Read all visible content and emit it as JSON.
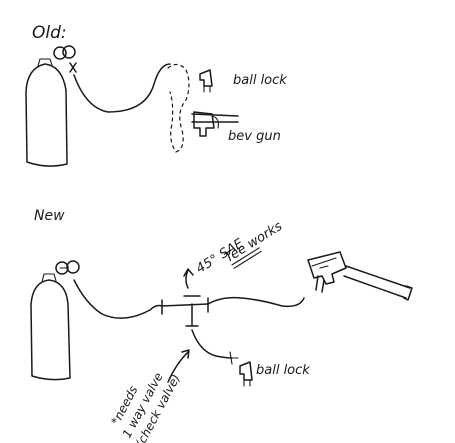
{
  "old_section": {
    "heading": "Old:",
    "ball_lock_label": "ball lock",
    "bev_gun_label": "bev gun"
  },
  "new_section": {
    "heading": "New",
    "tee_note_line1": "45° SAE",
    "tee_note_line2": "Tee works",
    "ball_lock_label": "ball lock",
    "check_valve_note_line1": "*needs",
    "check_valve_note_line2": "1 way valve",
    "check_valve_note_line3": "(check valve)"
  }
}
